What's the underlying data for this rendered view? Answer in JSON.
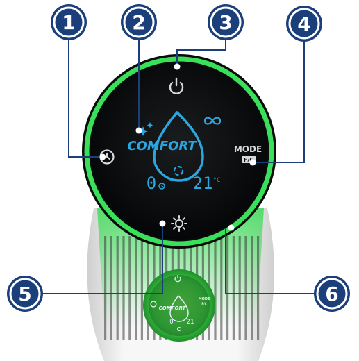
{
  "colors": {
    "callout_fill": "#1b3f7a",
    "callout_ring": "#ffffff",
    "leader_line": "#1b3f7a",
    "display_ring": "#39e05a",
    "display_face": "#0a0c0d",
    "display_icon": "#2aa7e0",
    "mode_text": "#d8d8d8",
    "device_body": "#f3f3f3"
  },
  "callouts": [
    {
      "number": "1",
      "target": "timer-icon"
    },
    {
      "number": "2",
      "target": "comfort-indicator"
    },
    {
      "number": "3",
      "target": "power-icon"
    },
    {
      "number": "4",
      "target": "mode-button"
    },
    {
      "number": "5",
      "target": "light-icon"
    },
    {
      "number": "6",
      "target": "led-ring"
    }
  ],
  "display": {
    "comfort_label": "COMFORT",
    "mode_label": "MODE",
    "mode_sub": "F/C",
    "timer_value": "0",
    "temperature_value": "21",
    "temperature_unit": "°C",
    "icons": {
      "timer": "clock-icon",
      "power": "power-icon",
      "light": "sun-icon",
      "continuous": "infinity-icon",
      "droplet": "water-drop-icon",
      "sparkle": "sparkle-icon",
      "fan": "fan-icon"
    }
  },
  "inset": {
    "comfort_label": "COMFORT",
    "mode_label": "MODE",
    "mode_sub": "F/C",
    "timer_value": "0",
    "temperature_value": "21"
  }
}
